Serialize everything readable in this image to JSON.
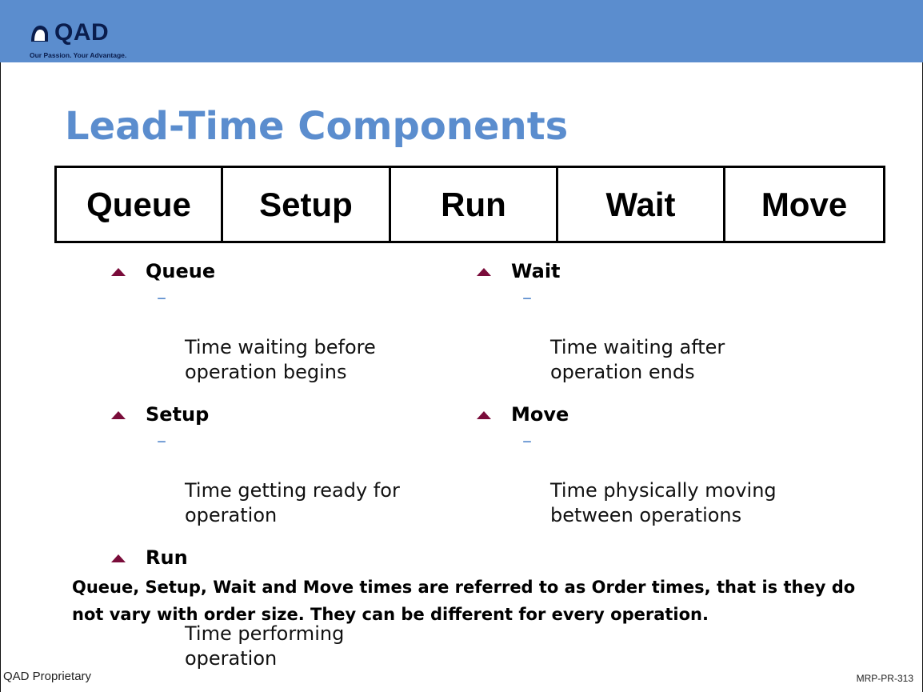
{
  "brand": {
    "name": "QAD",
    "tagline": "Our Passion. Your Advantage.",
    "header_color": "#5b8dce",
    "logo_color": "#0a1d4d"
  },
  "slide": {
    "title": "Lead-Time Components",
    "title_color": "#5b8dce"
  },
  "components": [
    {
      "label": "Queue"
    },
    {
      "label": "Setup"
    },
    {
      "label": "Run"
    },
    {
      "label": "Wait"
    },
    {
      "label": "Move"
    }
  ],
  "bullets": {
    "bullet_icon": "triangle-up-icon",
    "bullet_color": "#7a0c3a",
    "dash_color": "#5b8dce",
    "left": [
      {
        "head": "Queue",
        "sub": "Time waiting before\noperation begins"
      },
      {
        "head": "Setup",
        "sub": "Time getting ready for\noperation"
      },
      {
        "head": "Run",
        "sub": "Time performing\noperation"
      }
    ],
    "right": [
      {
        "head": "Wait",
        "sub": "Time waiting after\noperation ends"
      },
      {
        "head": "Move",
        "sub": "Time physically moving\nbetween operations"
      }
    ],
    "dash_glyph": "–"
  },
  "note": "Queue, Setup, Wait and Move times are referred to as Order times, that is they do not vary with order size. They can be different for every operation.",
  "footer": {
    "left": "QAD Proprietary",
    "right": "MRP-PR-313"
  }
}
